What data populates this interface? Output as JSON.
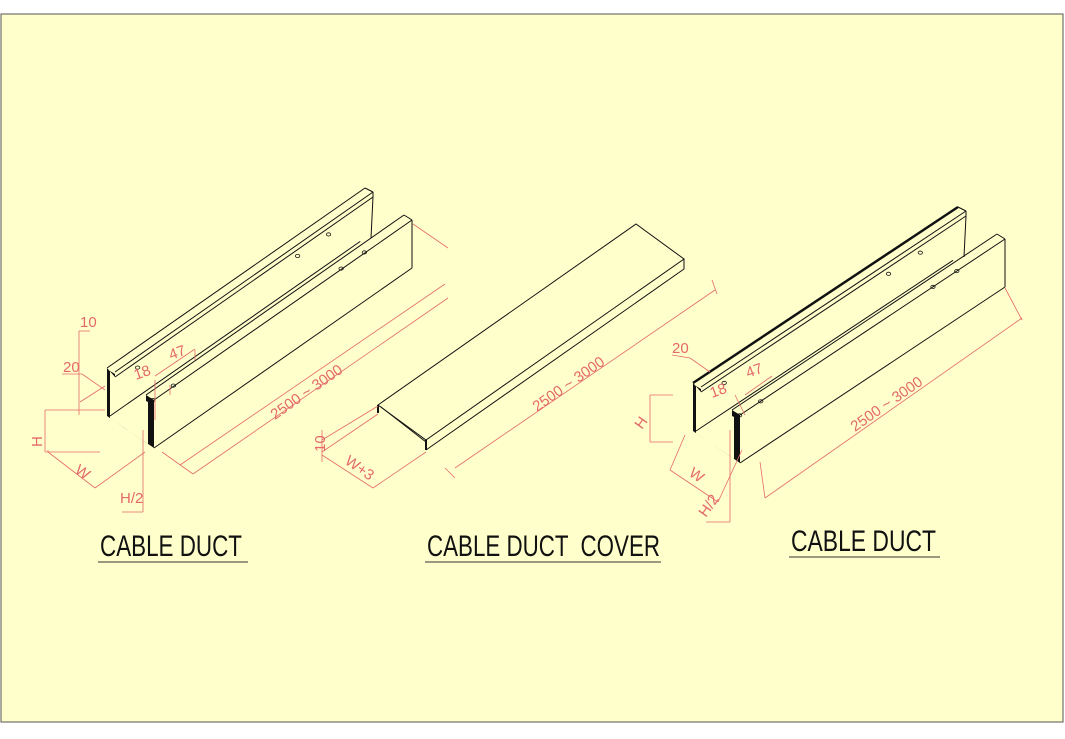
{
  "colors": {
    "background": "#ffffcc",
    "outline": "#111111",
    "dimension": "#e46a6a",
    "frame": "#555555"
  },
  "drawings": [
    {
      "title": "CABLE DUCT",
      "dimensions": {
        "top": "10",
        "lip": "20",
        "offset": "18",
        "hole_spacing": "47",
        "height": "H",
        "width": "W",
        "half_height": "H/2",
        "length": "2500 ~ 3000"
      }
    },
    {
      "title": "CABLE DUCT  COVER",
      "dimensions": {
        "thickness": "10",
        "width": "W+3",
        "length": "2500 ~ 3000"
      }
    },
    {
      "title": "CABLE DUCT",
      "dimensions": {
        "lip": "20",
        "offset": "18",
        "hole_spacing": "47",
        "height": "H",
        "width": "W",
        "half_height": "H/2",
        "length": "2500 ~ 3000"
      }
    }
  ]
}
